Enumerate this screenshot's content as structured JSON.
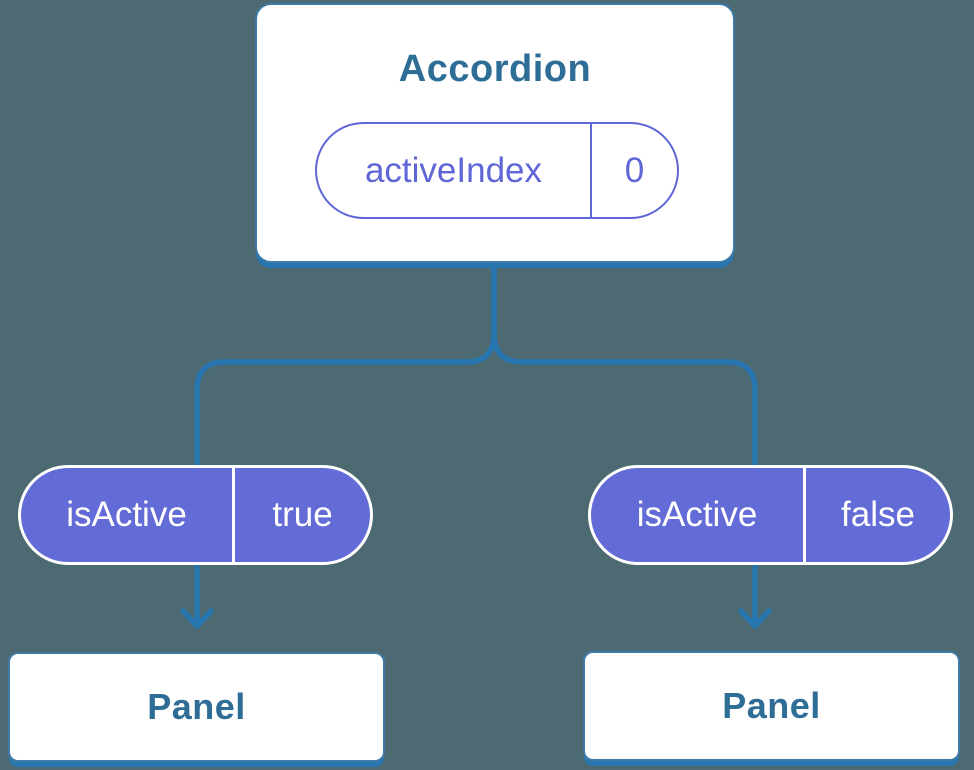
{
  "theme": {
    "canvas_bg": "#4d6971",
    "connector_blue": "#2776b0",
    "component_text": "#2e6d96",
    "state_purple": "#5f66d6",
    "prop_fill": "#636bd7",
    "node_fill": "#ffffff",
    "node_border": "#3e7ba6",
    "pill_text": "#ffffff"
  },
  "diagram": {
    "root": {
      "label": "Accordion",
      "state": {
        "name": "activeIndex",
        "value": "0"
      }
    },
    "children": [
      {
        "prop": {
          "name": "isActive",
          "value": "true"
        },
        "label": "Panel"
      },
      {
        "prop": {
          "name": "isActive",
          "value": "false"
        },
        "label": "Panel"
      }
    ]
  }
}
